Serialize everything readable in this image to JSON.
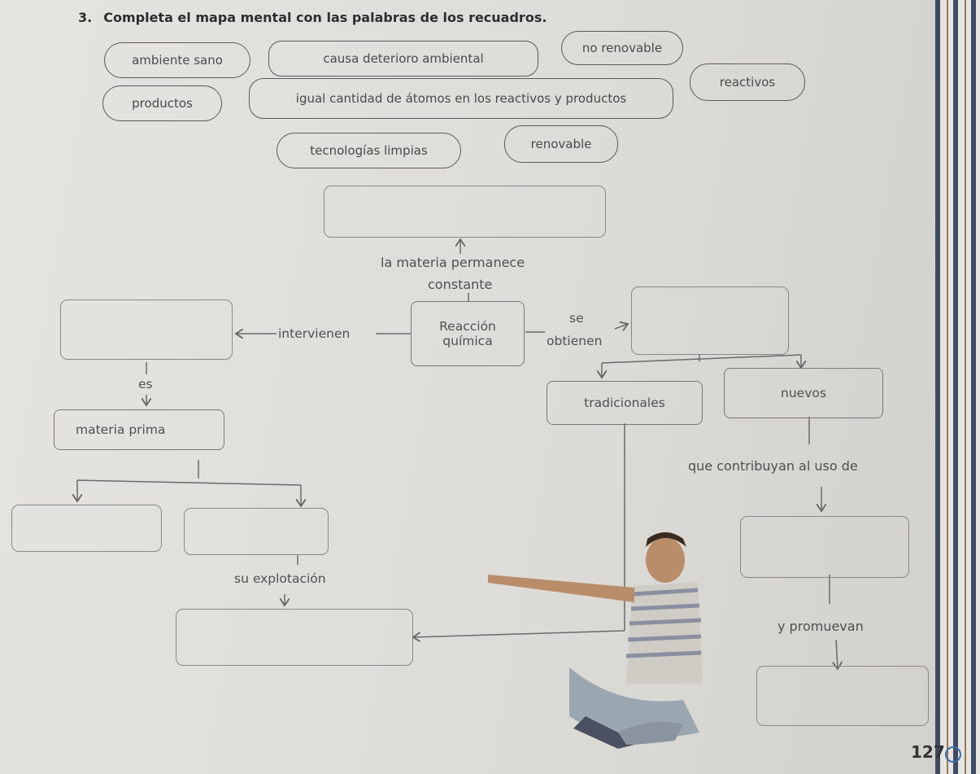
{
  "instruction": {
    "number": "3.",
    "text": "Completa el mapa mental con las palabras de los recuadros."
  },
  "word_bank": [
    "ambiente sano",
    "causa deterioro ambiental",
    "no renovable",
    "productos",
    "igual cantidad de átomos en los reactivos y productos",
    "reactivos",
    "tecnologías limpias",
    "renovable"
  ],
  "map": {
    "top_label": "la materia permanece",
    "top_label_2": "constante",
    "center_line1": "Reacción",
    "center_line2": "química",
    "left_link": "intervienen",
    "right_link_1": "se",
    "right_link_2": "obtienen",
    "es_label": "es",
    "materia_prima": "materia prima",
    "tradicionales": "tradicionales",
    "nuevos": "nuevos",
    "contribuyan": "que contribuyan al uso de",
    "explotacion": "su explotación",
    "promuevan": "y promuevan"
  },
  "page_number": "127"
}
